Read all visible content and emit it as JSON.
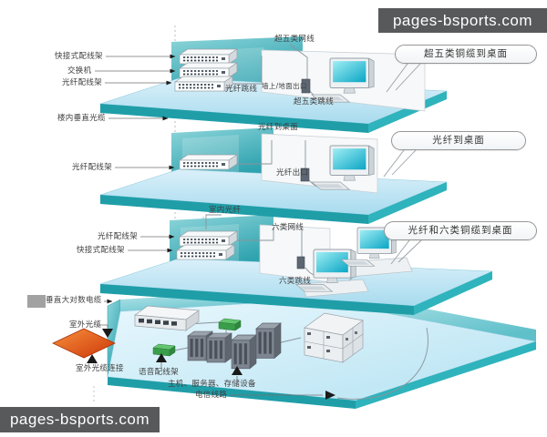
{
  "watermark": {
    "text": "pages-bsports.com"
  },
  "floor1": {
    "callout": "超五类铜缆到桌面",
    "labels": {
      "quick_patch_panel": "快接式配线架",
      "switch": "交换机",
      "fiber_patch_panel": "光纤配线架",
      "cat5e_cable": "超五类网线",
      "fiber_jumper": "光纤跳线",
      "wall_floor_outlet": "墙上/地面出口",
      "cat5e_patch_cord": "超五类跳线"
    }
  },
  "riser": {
    "vertical_fiber": "楼内垂直光缆"
  },
  "floor2": {
    "callout": "光纤到桌面",
    "labels": {
      "fiber_patch_panel": "光纤配线架",
      "fiber_to_desk": "光纤到桌面",
      "fiber_outlet": "光纤出口"
    }
  },
  "floor3": {
    "callout": "光纤和六类铜缆到桌面",
    "labels": {
      "indoor_fiber": "室内光纤",
      "fiber_patch_panel": "光纤配线架",
      "quick_patch_panel": "快接式配线架",
      "cat6_cable": "六类网线",
      "cat6_patch_cord": "六类跳线"
    }
  },
  "basement": {
    "labels": {
      "vertical_copper": "垂直大对数电缆",
      "outdoor_fiber": "室外光缆",
      "outdoor_fiber_connection": "室外光缆连接",
      "voice_patch_panel": "语音配线架",
      "servers_storage": "主机、服务器、存储设备",
      "telecom_line": "电信线路"
    }
  },
  "icons": {
    "patch-panel-icon": "3d-rack-box-with-port-dots",
    "computer-icon": "monitor-with-cyan-screen-and-keyboard",
    "server-cabinet-icon": "dark-gray-3d-cabinet-with-vents",
    "storage-cabinet-icon": "white-3d-locker-cluster",
    "voice-frame-icon": "long-3d-shelf-with-dark-slots",
    "voice-panel-icon": "green-3d-panel",
    "outdoor-connector-icon": "orange-diamond",
    "outlet-icon": "dark-wall-box",
    "arrow-icon": "black-triangle"
  },
  "colors": {
    "floor_top": "#cfeaf6",
    "floor_edge": "#1f9ea8",
    "wall_teal": "#4fb6c0",
    "partition": "#f6f8f9",
    "screen": "#2cc3d8",
    "green_panel": "#3a9d4a",
    "cabinet_gray": "#7d8590",
    "orange": "#e8581a",
    "watermark_bg": "#58595b",
    "label_text": "#3f3f3f"
  }
}
